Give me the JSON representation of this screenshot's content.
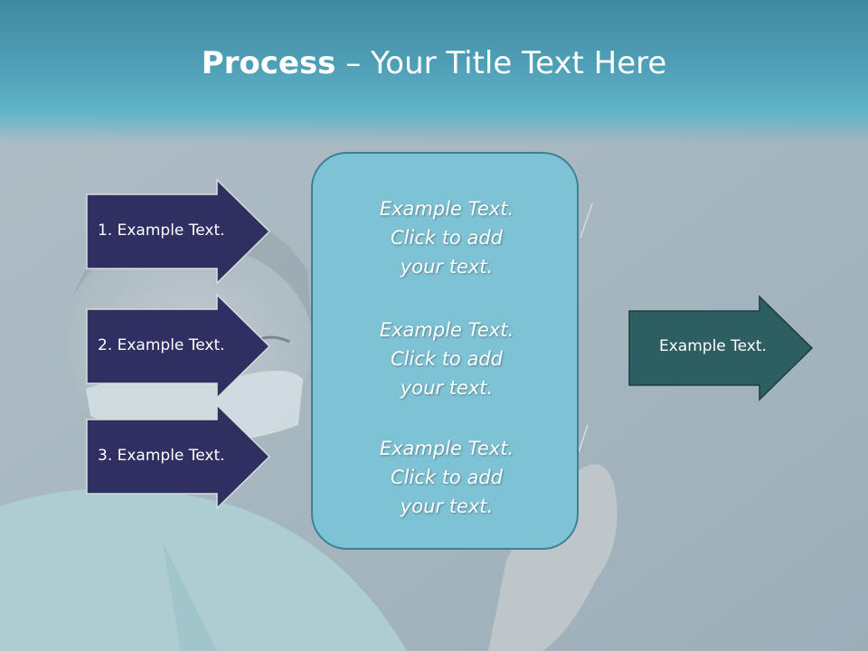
{
  "title": {
    "bold": "Process",
    "rest": " – Your Title Text Here"
  },
  "left_arrows": [
    {
      "label": "1. Example Text."
    },
    {
      "label": "2. Example Text."
    },
    {
      "label": "3. Example Text."
    }
  ],
  "center_box": {
    "blocks": [
      {
        "line1": "Example Text.",
        "line2": "Click  to add",
        "line3": "your text."
      },
      {
        "line1": "Example Text.",
        "line2": "Click  to add",
        "line3": "your text."
      },
      {
        "line1": "Example Text.",
        "line2": "Click  to add",
        "line3": "your text."
      }
    ]
  },
  "right_arrow": {
    "label": "Example Text."
  },
  "colors": {
    "left_arrow_fill": "#2f2f62",
    "right_arrow_fill": "#2d5f62",
    "center_box_fill": "#7ec2d6",
    "title_band": "#4f9fb6"
  }
}
